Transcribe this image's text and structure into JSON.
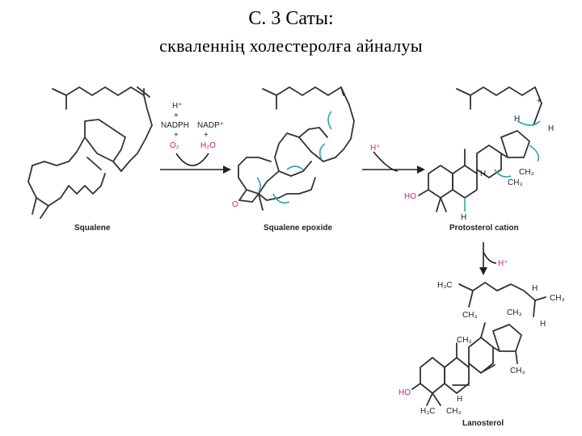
{
  "title": {
    "line1": "С. 3 Саты:",
    "line2": "скваленнің холестеролға айналуы"
  },
  "reagents": {
    "h_plus": "H⁺",
    "plus": "+",
    "nadph": "NADPH",
    "o2": "O₂",
    "nadp_plus": "NADP⁺",
    "h2o": "H₂O",
    "h_plus_2": "H⁺",
    "h_plus_3": "H⁺"
  },
  "molecules": {
    "squalene": "Squalene",
    "squalene_epoxide": "Squalene epoxide",
    "protosterol_cation": "Protosterol cation",
    "lanosterol": "Lanosterol"
  },
  "atom_labels": {
    "epoxide_o": "O",
    "ho": "HO",
    "h": "H",
    "ch3": "CH₃",
    "h3c": "H₃C",
    "plus_sign": "+"
  },
  "colors": {
    "accent_magenta": "#d21a8a",
    "teal_arrows": "#2ea6a6"
  }
}
